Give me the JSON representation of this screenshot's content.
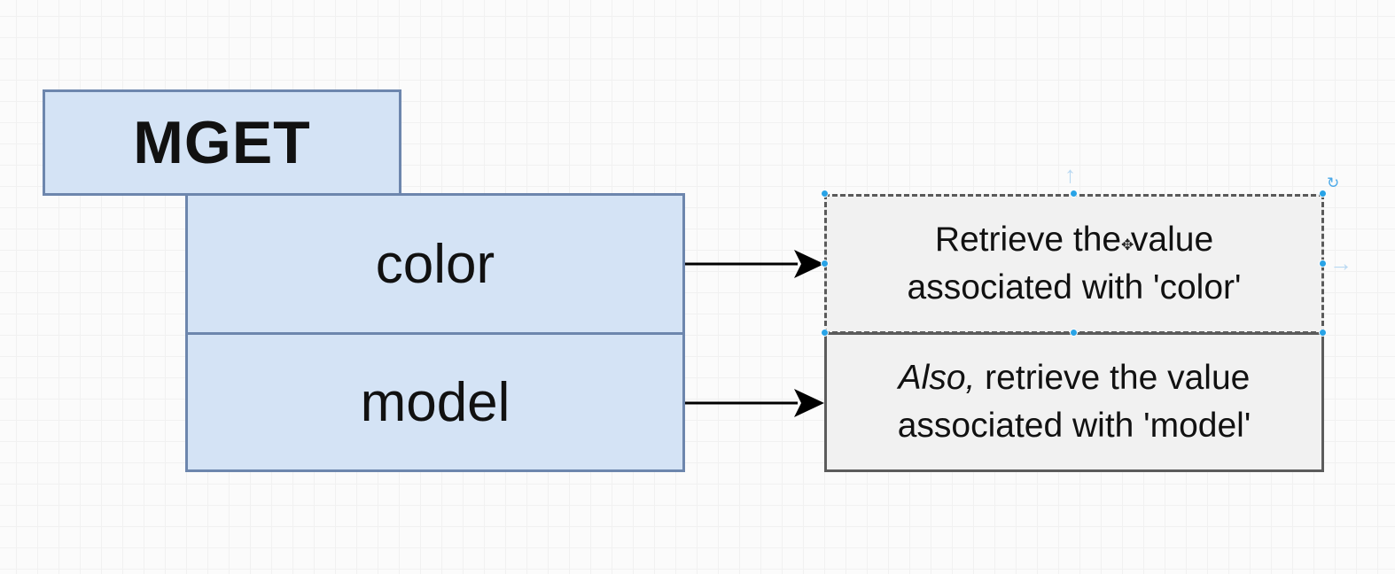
{
  "diagram": {
    "command_label": "MGET",
    "keys": [
      {
        "label": "color"
      },
      {
        "label": "model"
      }
    ],
    "descriptions": [
      {
        "emphasis": "",
        "line1": "Retrieve the value",
        "line2": "associated with 'color'"
      },
      {
        "emphasis": "Also,",
        "line1": " retrieve the value",
        "line2": "associated with 'model'"
      }
    ]
  },
  "editor": {
    "selection_color": "#29a3e6",
    "rotate_icon": "rotate-icon",
    "move_cursor_icon": "move-cursor-icon"
  },
  "colors": {
    "key_fill": "#d4e3f5",
    "key_stroke": "#6d86ad",
    "desc_fill": "#f1f1f1",
    "desc_stroke": "#5c5c5c",
    "arrow": "#000000"
  }
}
